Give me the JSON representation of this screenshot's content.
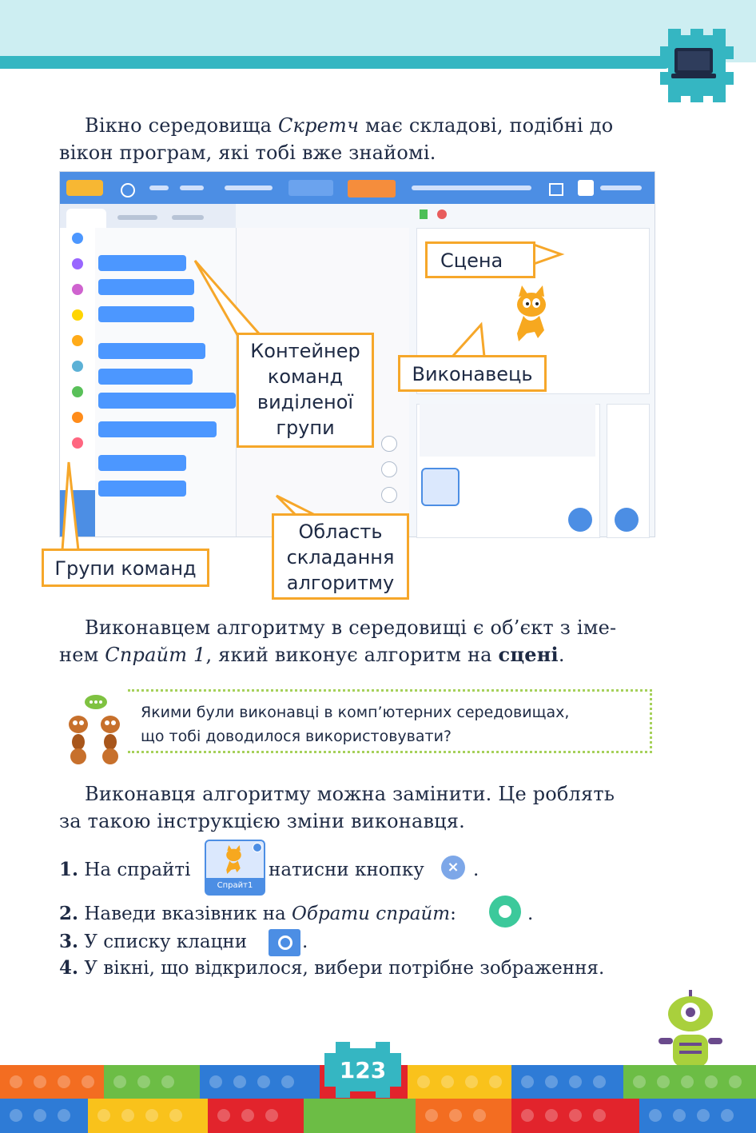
{
  "intro": {
    "line1_a": "Вікно середовища ",
    "line1_italic": "Скретч",
    "line1_b": " має складові, подібні до",
    "line2": "вікон програм, які тобі вже знайомі."
  },
  "screenshot": {
    "callouts": {
      "stage": "Сцена",
      "executor": "Виконавець",
      "container_l1": "Контейнер",
      "container_l2": "команд",
      "container_l3": "виділеної",
      "container_l4": "групи",
      "area_l1": "Область",
      "area_l2": "складання",
      "area_l3": "алгоритму",
      "groups": "Групи команд"
    }
  },
  "paragraph2": {
    "line1": "Виконавцем алгоритму в середовищі є об’єкт з іме-",
    "line2_a": "нем ",
    "line2_italic": "Спрайт 1",
    "line2_b": ", який виконує алгоритм на ",
    "line2_bold": "сцені",
    "line2_c": "."
  },
  "tip": {
    "line1": "Якими були виконавці в комп’ютерних середовищах,",
    "line2": "що тобі доводилося використовувати?"
  },
  "paragraph3": {
    "line1": "Виконавця алгоритму можна замінити. Це роблять",
    "line2": "за такою інструкцією зміни виконавця."
  },
  "steps": [
    {
      "num": "1.",
      "a": "На спрайті",
      "b": "натисни кнопку",
      "c": ".",
      "sprite_label": "Спрайт1"
    },
    {
      "num": "2.",
      "a": "Наведи вказівник на ",
      "italic": "Обрати спрайт",
      "b": ":",
      "c": "."
    },
    {
      "num": "3.",
      "a": "У списку клацни",
      "c": "."
    },
    {
      "num": "4.",
      "a": "У вікні, що відкрилося, вибери потрібне зображення."
    }
  ],
  "page_number": "123",
  "colors": {
    "accent": "#35b6c2",
    "callout_border": "#f6a72a",
    "scratch_blue": "#4c8ee4",
    "tip_dots": "#a6d15a"
  }
}
